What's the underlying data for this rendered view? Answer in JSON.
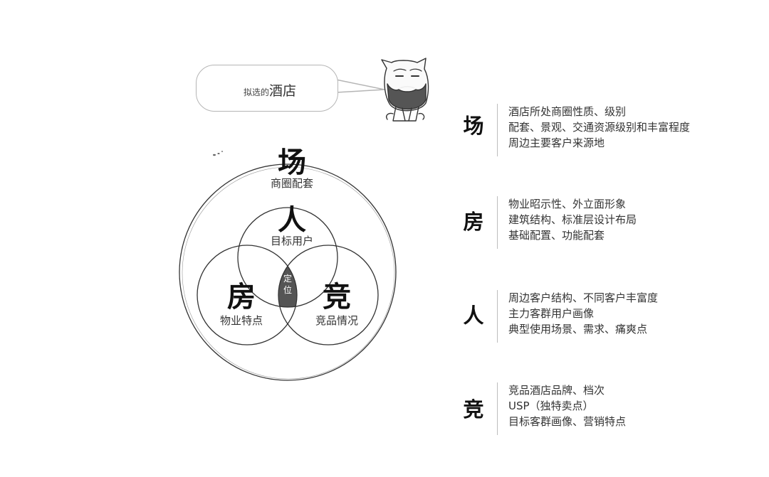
{
  "bubble": {
    "prefix": "拟选的",
    "main": "酒店"
  },
  "venn": {
    "outer": {
      "title": "场",
      "subtitle": "商圈配套"
    },
    "top": {
      "title": "人",
      "subtitle": "目标用户"
    },
    "left": {
      "title": "房",
      "subtitle": "物业特点"
    },
    "right": {
      "title": "竞",
      "subtitle": "竞品情况"
    },
    "center": {
      "line1": "定",
      "line2": "位"
    }
  },
  "details": [
    {
      "key": "场",
      "lines": [
        "酒店所处商圈性质、级别",
        "配套、景观、交通资源级别和丰富程度",
        "周边主要客户来源地"
      ]
    },
    {
      "key": "房",
      "lines": [
        "物业昭示性、外立面形象",
        "建筑结构、标准层设计布局",
        "基础配置、功能配套"
      ]
    },
    {
      "key": "人",
      "lines": [
        "周边客户结构、不同客户丰富度",
        "主力客群用户画像",
        "典型使用场景、需求、痛爽点"
      ]
    },
    {
      "key": "竞",
      "lines": [
        "竞品酒店品牌、档次",
        "USP（独特卖点）",
        "目标客群画像、营销特点"
      ]
    }
  ],
  "colors": {
    "center_fill": "#555555",
    "line": "#333333"
  },
  "icons": [
    "sketch-cat-character-icon"
  ]
}
